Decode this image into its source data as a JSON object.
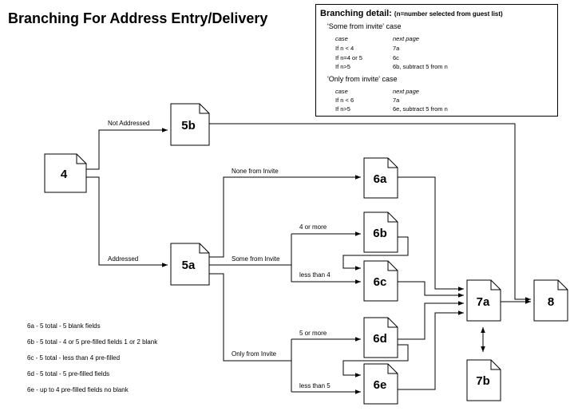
{
  "title": "Branching For Address Entry/Delivery",
  "branching_detail": {
    "title": "Branching detail:",
    "subtitle": "(n=number selected from guest list)",
    "sections": [
      {
        "heading": "'Some from invite' case",
        "col_case": "case",
        "col_next": "next  page",
        "rows": [
          {
            "case": "If n < 4",
            "next": "7a"
          },
          {
            "case": "If n=4 or 5",
            "next": "6c"
          },
          {
            "case": "If n>5",
            "next": "6b, subtract 5 from n"
          }
        ]
      },
      {
        "heading": "'Only from invite' case",
        "col_case": "case",
        "col_next": "next  page",
        "rows": [
          {
            "case": "If n < 6",
            "next": "7a"
          },
          {
            "case": "If n>5",
            "next": "6e, subtract 5 from n"
          }
        ]
      }
    ]
  },
  "nodes": {
    "n4": "4",
    "n5b": "5b",
    "n5a": "5a",
    "n6a": "6a",
    "n6b": "6b",
    "n6c": "6c",
    "n6d": "6d",
    "n6e": "6e",
    "n7a": "7a",
    "n7b": "7b",
    "n8": "8"
  },
  "edge_labels": {
    "not_addressed": "Not Addressed",
    "addressed": "Addressed",
    "none_from_invite": "None from Invite",
    "some_from_invite": "Some from Invite",
    "only_from_invite": "Only from Invite",
    "four_or_more": "4 or more",
    "less_than_4": "less than 4",
    "five_or_more": "5 or more",
    "less_than_5": "less than 5"
  },
  "legend": [
    "6a - 5 total - 5 blank fields",
    "6b - 5 total - 4 or 5 pre-filled fields 1 or 2 blank",
    "6c - 5 total - less than 4 pre-filled",
    "6d - 5 total - 5 pre-filled fields",
    "6e - up to 4 pre-filled fields no blank"
  ]
}
